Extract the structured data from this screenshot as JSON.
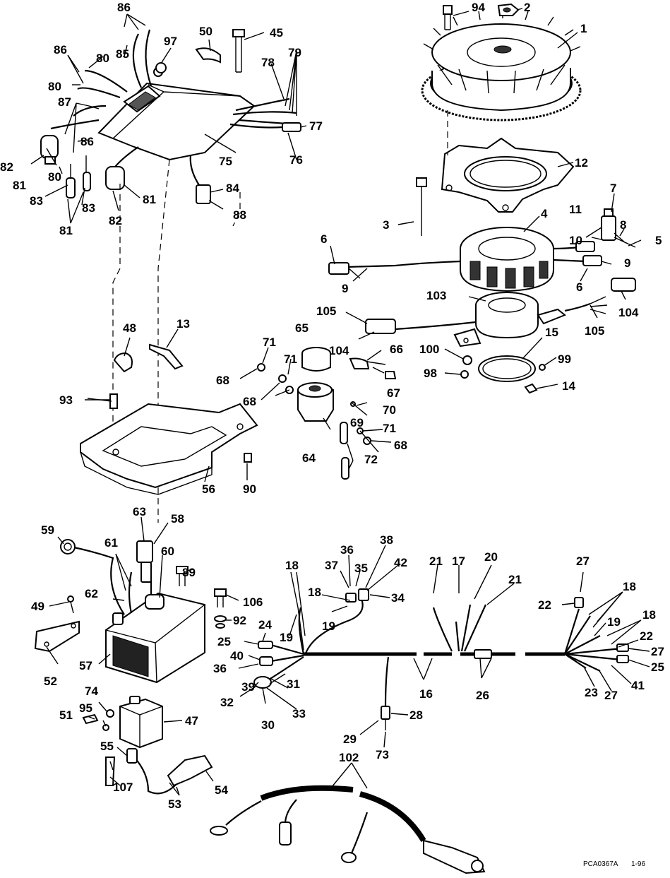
{
  "diagram": {
    "footer_code": "PCA0367A",
    "footer_date": "1-96",
    "callouts": {
      "c1": "1",
      "c2": "2",
      "c3": "3",
      "c4": "4",
      "c5": "5",
      "c6a": "6",
      "c6b": "6",
      "c7": "7",
      "c8": "8",
      "c9a": "9",
      "c9b": "9",
      "c10": "10",
      "c11": "11",
      "c12": "12",
      "c13": "13",
      "c14": "14",
      "c15": "15",
      "c16": "16",
      "c17": "17",
      "c18a": "18",
      "c18b": "18",
      "c18c": "18",
      "c18d": "18",
      "c19a": "19",
      "c19b": "19",
      "c19c": "19",
      "c20": "20",
      "c21a": "21",
      "c21b": "21",
      "c22a": "22",
      "c22b": "22",
      "c23": "23",
      "c24": "24",
      "c25a": "25",
      "c25b": "25",
      "c26": "26",
      "c27a": "27",
      "c27b": "27",
      "c27c": "27",
      "c28": "28",
      "c29": "29",
      "c30": "30",
      "c31": "31",
      "c32": "32",
      "c33": "33",
      "c34": "34",
      "c35": "35",
      "c36a": "36",
      "c36b": "36",
      "c37": "37",
      "c38": "38",
      "c39": "39",
      "c40": "40",
      "c41": "41",
      "c42": "42",
      "c45": "45",
      "c47": "47",
      "c48": "48",
      "c49": "49",
      "c50": "50",
      "c51": "51",
      "c52": "52",
      "c53": "53",
      "c54": "54",
      "c55": "55",
      "c56": "56",
      "c57": "57",
      "c58": "58",
      "c59": "59",
      "c60": "60",
      "c61": "61",
      "c62": "62",
      "c63": "63",
      "c64": "64",
      "c65": "65",
      "c66": "66",
      "c67": "67",
      "c68a": "68",
      "c68b": "68",
      "c68c": "68",
      "c69": "69",
      "c70": "70",
      "c71a": "71",
      "c71b": "71",
      "c71c": "71",
      "c72": "72",
      "c73": "73",
      "c74": "74",
      "c75": "75",
      "c76": "76",
      "c77": "77",
      "c78": "78",
      "c79": "79",
      "c80a": "80",
      "c80b": "80",
      "c80c": "80",
      "c81a": "81",
      "c81b": "81",
      "c81c": "81",
      "c82a": "82",
      "c82b": "82",
      "c83a": "83",
      "c83b": "83",
      "c84": "84",
      "c85": "85",
      "c86a": "86",
      "c86b": "86",
      "c86c": "86",
      "c87": "87",
      "c88": "88",
      "c89": "89",
      "c90": "90",
      "c92": "92",
      "c93": "93",
      "c94": "94",
      "c95": "95",
      "c97": "97",
      "c98": "98",
      "c99": "99",
      "c100": "100",
      "c102": "102",
      "c103": "103",
      "c104a": "104",
      "c104b": "104",
      "c105a": "105",
      "c105b": "105",
      "c106": "106",
      "c107": "107"
    }
  }
}
